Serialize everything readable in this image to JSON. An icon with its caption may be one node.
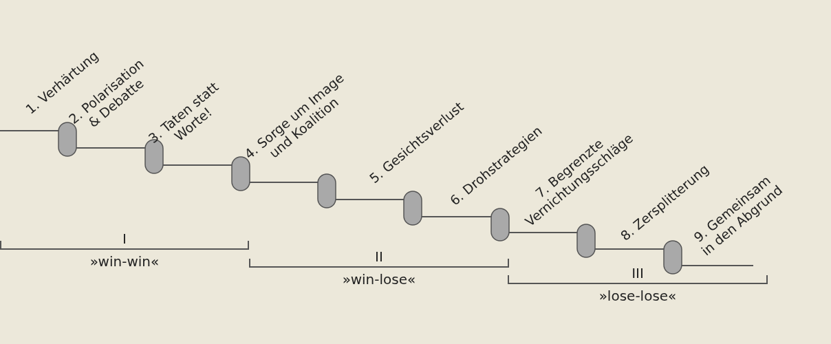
{
  "diagram": {
    "labels": [
      "1. Verhärtung",
      "2. Polarisation & Debatte",
      "3. Taten statt Worte!",
      "4. Sorge um Image und Koalition",
      "5. Gesichtsverlust",
      "6. Drohstrategien",
      "7. Begrenzte Vernichtungsschläge",
      "8. Zersplitterung",
      "9. Gemeinsam in den Abgrund",
      "I",
      "»win-win«",
      "II",
      "»win-lose«",
      "III",
      "»lose-lose«"
    ]
  }
}
